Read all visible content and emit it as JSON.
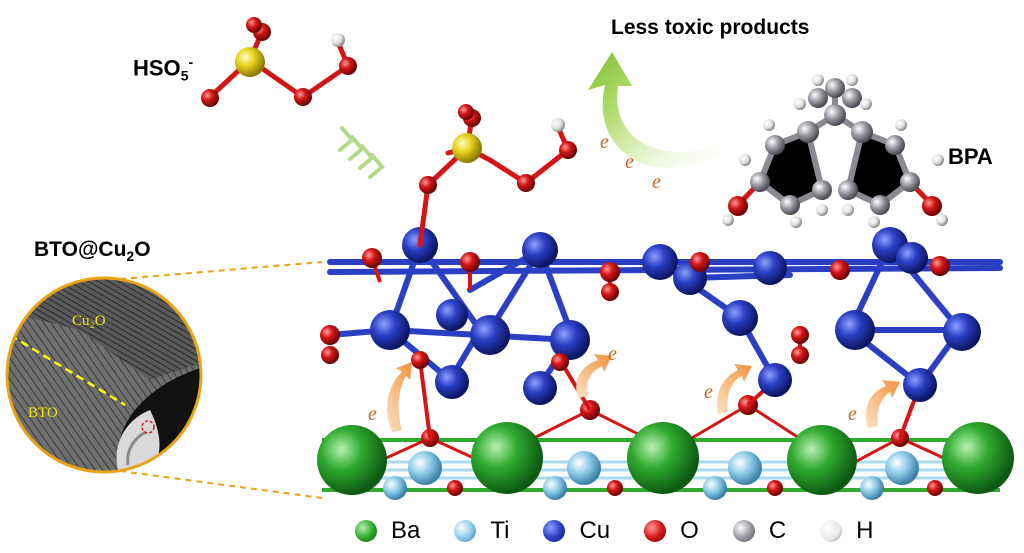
{
  "labels": {
    "hso5": "HSO",
    "hso5_sub": "5",
    "hso5_sup": "-",
    "products": "Less toxic products",
    "bpa": "BPA",
    "composite_pre": "BTO@Cu",
    "composite_sub": "2",
    "composite_post": "O",
    "tem_cu2o": "Cu₂O",
    "tem_bto": "BTO",
    "electron": "e"
  },
  "legend": [
    {
      "symbol": "Ba",
      "color": "#2faa2f",
      "icon": "green-sphere"
    },
    {
      "symbol": "Ti",
      "color": "#8ccbe8",
      "icon": "light-blue-sphere"
    },
    {
      "symbol": "Cu",
      "color": "#2b3fc4",
      "icon": "blue-sphere"
    },
    {
      "symbol": "O",
      "color": "#d41515",
      "icon": "red-sphere"
    },
    {
      "symbol": "C",
      "color": "#9a9aa2",
      "icon": "grey-sphere"
    },
    {
      "symbol": "H",
      "color": "#e6e6e6",
      "icon": "white-sphere"
    }
  ],
  "colors": {
    "ba": "#2faa2f",
    "ti": "#8ccbe8",
    "cu": "#2b3fc4",
    "o": "#d41515",
    "s": "#e6d21c",
    "c": "#9a9aa2",
    "h": "#eeeeee",
    "arrow_green": "#8cc63f",
    "electron_arrow": "#f0a050",
    "callout": "#e8a317"
  }
}
